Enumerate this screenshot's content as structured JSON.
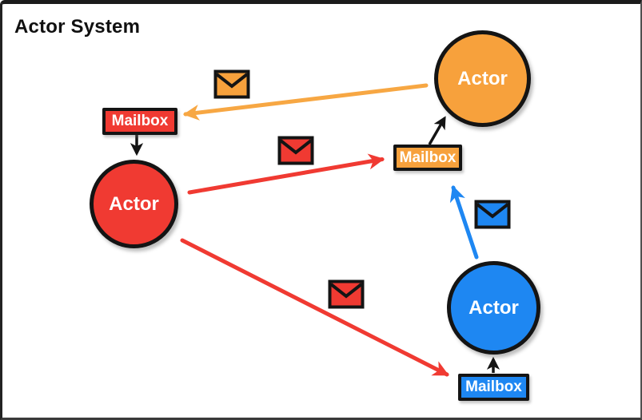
{
  "diagram": {
    "title": "Actor System",
    "outline_color": "#141414",
    "background_color": "#ffffff",
    "nodes": {
      "actor_red": {
        "label": "Actor",
        "fill": "#F03A32"
      },
      "actor_orange": {
        "label": "Actor",
        "fill": "#F7A13C"
      },
      "actor_blue": {
        "label": "Actor",
        "fill": "#1E87F2"
      },
      "mailbox_red": {
        "label": "Mailbox",
        "fill": "#F03A32"
      },
      "mailbox_orange": {
        "label": "Mailbox",
        "fill": "#F7A13C"
      },
      "mailbox_blue": {
        "label": "Mailbox",
        "fill": "#1E87F2"
      }
    },
    "envelopes": {
      "orange": {
        "fill": "#F7A13C"
      },
      "red_upper": {
        "fill": "#F03A32"
      },
      "blue": {
        "fill": "#1E87F2"
      },
      "red_lower": {
        "fill": "#F03A32"
      }
    },
    "arrows": {
      "orange_message": {
        "color": "#F7A743",
        "from": "actor-orange",
        "to": "mailbox-red"
      },
      "red_message_upper": {
        "color": "#F03A32",
        "from": "actor-red",
        "to": "mailbox-orange"
      },
      "red_message_lower": {
        "color": "#F03A32",
        "from": "actor-red",
        "to": "mailbox-blue"
      },
      "blue_message": {
        "color": "#1E87F2",
        "from": "actor-blue",
        "to": "mailbox-orange"
      },
      "link_red": {
        "color": "#141414",
        "from": "mailbox-red",
        "to": "actor-red"
      },
      "link_orange": {
        "color": "#141414",
        "from": "mailbox-orange",
        "to": "actor-orange"
      },
      "link_blue": {
        "color": "#141414",
        "from": "mailbox-blue",
        "to": "actor-blue"
      }
    }
  }
}
